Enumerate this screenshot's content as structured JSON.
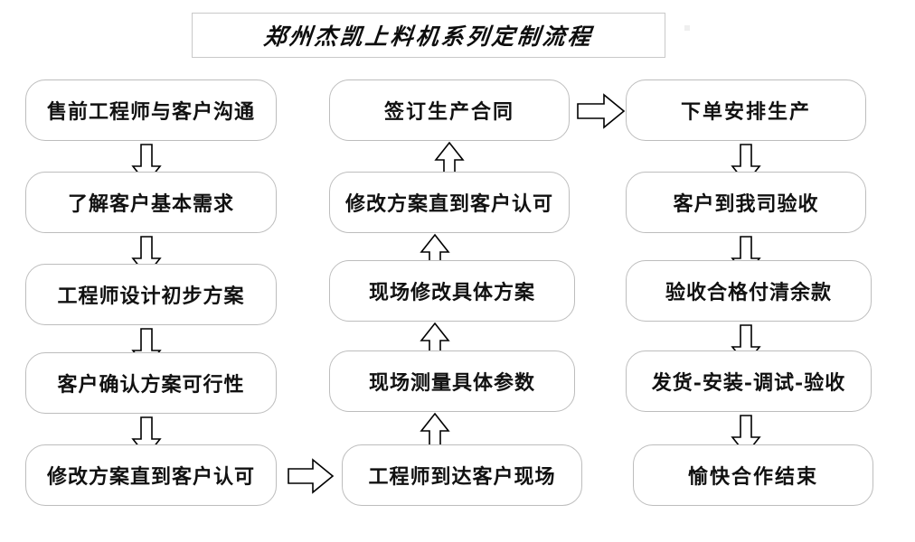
{
  "title": {
    "text": "郑州杰凯上料机系列定制流程"
  },
  "colors": {
    "box_border": "#bdbdbd",
    "title_border": "#c9c9c9",
    "text": "#111111",
    "arrow_stroke": "#000000",
    "background": "#ffffff"
  },
  "columns": {
    "left": {
      "name": "pre-sales-column",
      "direction": "down",
      "nodes": [
        {
          "id": "l1",
          "label": "售前工程师与客户沟通"
        },
        {
          "id": "l2",
          "label": "了解客户基本需求"
        },
        {
          "id": "l3",
          "label": "工程师设计初步方案"
        },
        {
          "id": "l4",
          "label": "客户确认方案可行性"
        },
        {
          "id": "l5",
          "label": "修改方案直到客户认可"
        }
      ]
    },
    "middle": {
      "name": "on-site-column",
      "direction": "up",
      "nodes": [
        {
          "id": "m1",
          "label": "签订生产合同"
        },
        {
          "id": "m2",
          "label": "修改方案直到客户认可"
        },
        {
          "id": "m3",
          "label": "现场修改具体方案"
        },
        {
          "id": "m4",
          "label": "现场测量具体参数"
        },
        {
          "id": "m5",
          "label": "工程师到达客户现场"
        }
      ]
    },
    "right": {
      "name": "production-column",
      "direction": "down",
      "nodes": [
        {
          "id": "r1",
          "label": "下单安排生产"
        },
        {
          "id": "r2",
          "label": "客户到我司验收"
        },
        {
          "id": "r3",
          "label": "验收合格付清余款"
        },
        {
          "id": "r4",
          "label": "发货-安装-调试-验收"
        },
        {
          "id": "r5",
          "label": "愉快合作结束"
        }
      ]
    }
  },
  "connectors": {
    "left_down": [
      {
        "from": "l1",
        "to": "l2",
        "icon": "arrow-down-icon"
      },
      {
        "from": "l2",
        "to": "l3",
        "icon": "arrow-down-icon"
      },
      {
        "from": "l3",
        "to": "l4",
        "icon": "arrow-down-icon"
      },
      {
        "from": "l4",
        "to": "l5",
        "icon": "arrow-down-icon"
      }
    ],
    "middle_up": [
      {
        "from": "m5",
        "to": "m4",
        "icon": "arrow-up-icon"
      },
      {
        "from": "m4",
        "to": "m3",
        "icon": "arrow-up-icon"
      },
      {
        "from": "m3",
        "to": "m2",
        "icon": "arrow-up-icon"
      },
      {
        "from": "m2",
        "to": "m1",
        "icon": "arrow-up-icon"
      }
    ],
    "right_down": [
      {
        "from": "r1",
        "to": "r2",
        "icon": "arrow-down-icon"
      },
      {
        "from": "r2",
        "to": "r3",
        "icon": "arrow-down-icon"
      },
      {
        "from": "r3",
        "to": "r4",
        "icon": "arrow-down-icon"
      },
      {
        "from": "r4",
        "to": "r5",
        "icon": "arrow-down-icon"
      }
    ],
    "cross": [
      {
        "from": "l5",
        "to": "m5",
        "icon": "arrow-right-icon"
      },
      {
        "from": "m1",
        "to": "r1",
        "icon": "arrow-right-icon"
      }
    ]
  }
}
